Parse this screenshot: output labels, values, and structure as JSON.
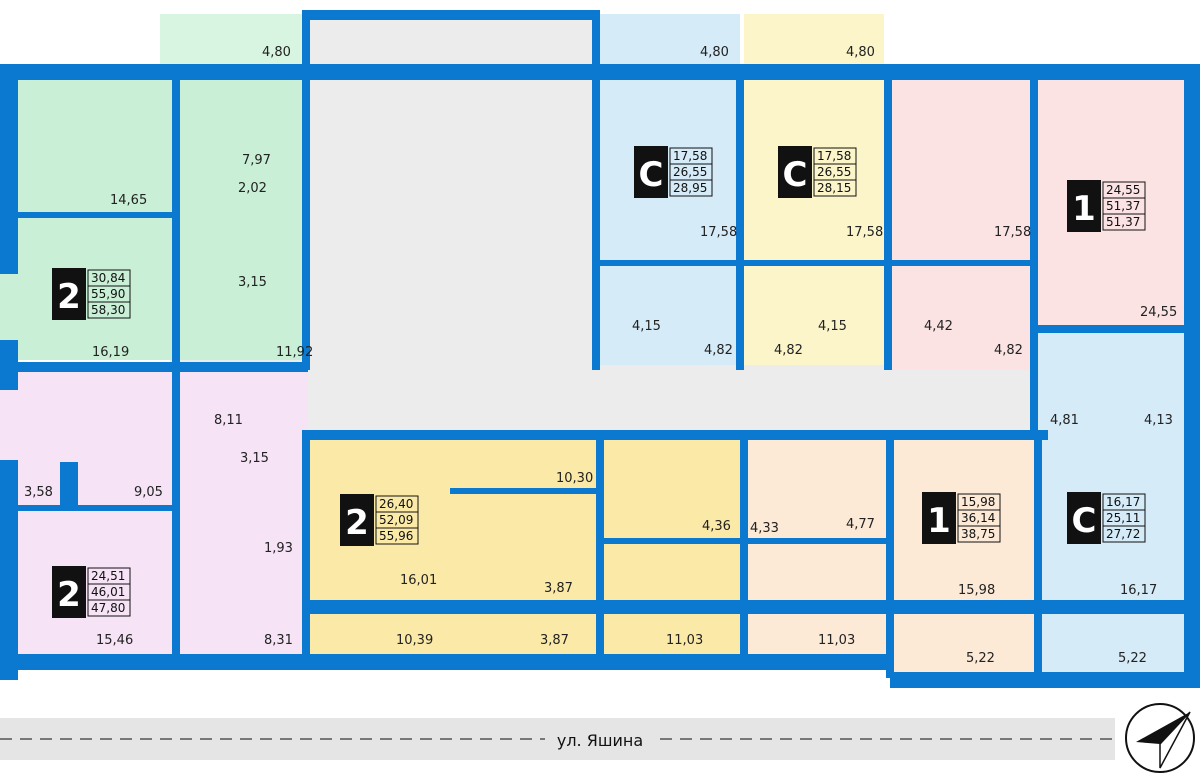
{
  "colors": {
    "wall": "#0b79cf",
    "green": "#c9efd6",
    "green_balcony": "#d8f5e2",
    "pink": "#fbe3e4",
    "blue": "#d5ebf8",
    "yellow": "#fbf5c9",
    "orange": "#fce9d6",
    "violet": "#f6e3f6",
    "gold": "#fbeaa7",
    "corridor": "#ececec",
    "road": "#e5e5e5"
  },
  "apartments": [
    {
      "id": "apt-2-top-left",
      "type": "2",
      "areas": [
        "30,84",
        "55,90",
        "58,30"
      ]
    },
    {
      "id": "apt-c-1",
      "type": "С",
      "areas": [
        "17,58",
        "26,55",
        "28,95"
      ]
    },
    {
      "id": "apt-c-2",
      "type": "С",
      "areas": [
        "17,58",
        "26,55",
        "28,15"
      ]
    },
    {
      "id": "apt-1-top-right",
      "type": "1",
      "areas": [
        "24,55",
        "51,37",
        "51,37"
      ]
    },
    {
      "id": "apt-2-bottom-left",
      "type": "2",
      "areas": [
        "24,51",
        "46,01",
        "47,80"
      ]
    },
    {
      "id": "apt-2-bottom-mid",
      "type": "2",
      "areas": [
        "26,40",
        "52,09",
        "55,96"
      ]
    },
    {
      "id": "apt-1-bottom-right",
      "type": "1",
      "areas": [
        "15,98",
        "36,14",
        "38,75"
      ]
    },
    {
      "id": "apt-c-3",
      "type": "С",
      "areas": [
        "16,17",
        "25,11",
        "27,72"
      ]
    }
  ],
  "room_labels": [
    "4,80",
    "4,80",
    "4,80",
    "7,97",
    "14,65",
    "2,02",
    "3,15",
    "16,19",
    "11,92",
    "17,58",
    "4,15",
    "4,82",
    "17,58",
    "4,82",
    "4,15",
    "17,58",
    "4,42",
    "4,82",
    "24,55",
    "4,81",
    "4,13",
    "8,11",
    "3,58",
    "9,05",
    "3,15",
    "1,93",
    "15,46",
    "8,31",
    "10,30",
    "16,01",
    "3,87",
    "10,39",
    "3,87",
    "4,36",
    "11,03",
    "4,33",
    "11,03",
    "4,77",
    "15,98",
    "5,22",
    "16,17",
    "5,22"
  ],
  "street_name": "ул. Яшина",
  "compass": {
    "icon": "compass-arrow-icon"
  }
}
